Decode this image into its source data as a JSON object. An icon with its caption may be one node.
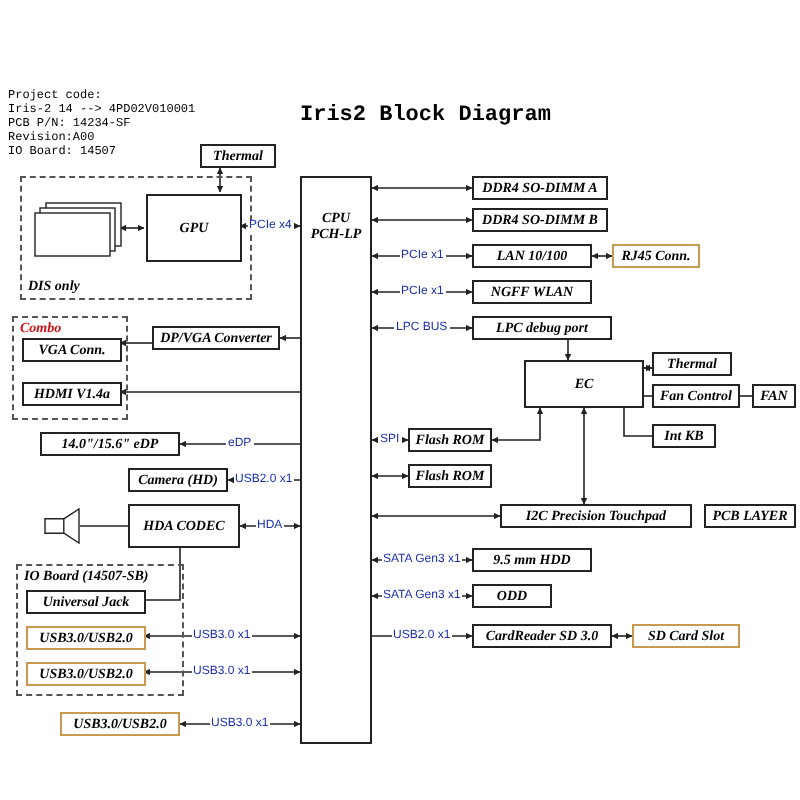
{
  "diagram": {
    "title": "Iris2 Block Diagram",
    "nodes": [
      {
        "text": [
          "Thermal"
        ]
      },
      {
        "text": [
          "DIS only"
        ]
      },
      {
        "text": [],
        "shape": "box",
        "in": 1
      },
      {
        "text": [
          "GPU"
        ],
        "in": 1
      },
      {
        "text": [
          "Combo"
        ]
      },
      {
        "text": [
          "VGA Conn."
        ],
        "in": 4
      },
      {
        "text": [
          "HDMI V1.4a"
        ],
        "in": 4
      },
      {
        "text": [
          "DP/VGA Converter"
        ]
      },
      {
        "text": [
          "14.0\"/15.6\" eDP"
        ]
      },
      {
        "text": [
          "Camera (HD)"
        ]
      },
      {
        "text": [
          "HDA CODEC"
        ]
      },
      {
        "text": [],
        "shape": "speaker"
      },
      {
        "text": [
          "IO Board (14507-SB)"
        ]
      },
      {
        "text": [
          "Universal Jack"
        ],
        "in": 12
      },
      {
        "text": [
          "USB3.0/USB2.0"
        ],
        "in": 12
      },
      {
        "text": [
          "USB3.0/USB2.0"
        ],
        "in": 12
      },
      {
        "text": [
          "USB3.0/USB2.0"
        ]
      },
      {
        "text": [
          "CPU",
          "PCH-LP"
        ]
      },
      {
        "text": [
          "DDR4 SO-DIMM A"
        ]
      },
      {
        "text": [
          "DDR4 SO-DIMM B"
        ]
      },
      {
        "text": [
          "LAN 10/100"
        ]
      },
      {
        "text": [
          "RJ45 Conn."
        ]
      },
      {
        "text": [
          "NGFF WLAN"
        ]
      },
      {
        "text": [
          "LPC debug port"
        ]
      },
      {
        "text": [
          "EC"
        ]
      },
      {
        "text": [
          "Thermal"
        ]
      },
      {
        "text": [
          "Fan Control"
        ]
      },
      {
        "text": [
          "FAN"
        ]
      },
      {
        "text": [
          "Int KB"
        ]
      },
      {
        "text": [
          "Flash ROM"
        ]
      },
      {
        "text": [
          "Flash ROM"
        ]
      },
      {
        "text": [
          "I2C Precision Touchpad"
        ]
      },
      {
        "text": [
          "9.5 mm HDD"
        ]
      },
      {
        "text": [
          "ODD"
        ]
      },
      {
        "text": [
          "CardReader SD 3.0"
        ]
      },
      {
        "text": [
          "SD Card Slot"
        ]
      },
      {
        "text": [
          "PCB LAYER"
        ]
      }
    ],
    "edges": [
      {
        "from": 0,
        "to": 3,
        "arrow": "both"
      },
      {
        "from": 2,
        "to": 3,
        "arrow": "both"
      },
      {
        "from": 17,
        "to": 3,
        "arrow": "both",
        "label": "PCIe x4"
      },
      {
        "from": 7,
        "to": 5,
        "arrow": "to"
      },
      {
        "from": 17,
        "to": 7,
        "arrow": "to"
      },
      {
        "from": 17,
        "to": 6,
        "arrow": "to"
      },
      {
        "from": 17,
        "to": 8,
        "arrow": "to",
        "label": "eDP"
      },
      {
        "from": 17,
        "to": 9,
        "arrow": "to",
        "label": "USB2.0 x1"
      },
      {
        "from": 17,
        "to": 10,
        "arrow": "both",
        "label": "HDA"
      },
      {
        "from": 10,
        "to": 11,
        "arrow": "none"
      },
      {
        "from": 10,
        "to": 13,
        "arrow": "none"
      },
      {
        "from": 17,
        "to": 14,
        "arrow": "both",
        "label": "USB3.0 x1"
      },
      {
        "from": 17,
        "to": 15,
        "arrow": "both",
        "label": "USB3.0 x1"
      },
      {
        "from": 17,
        "to": 16,
        "arrow": "both",
        "label": "USB3.0 x1"
      },
      {
        "from": 17,
        "to": 18,
        "arrow": "both"
      },
      {
        "from": 17,
        "to": 19,
        "arrow": "both"
      },
      {
        "from": 17,
        "to": 20,
        "arrow": "both",
        "label": "PCIe x1"
      },
      {
        "from": 20,
        "to": 21,
        "arrow": "both"
      },
      {
        "from": 17,
        "to": 22,
        "arrow": "both",
        "label": "PCIe x1"
      },
      {
        "from": 17,
        "to": 23,
        "arrow": "both",
        "label": "LPC BUS"
      },
      {
        "from": 23,
        "to": 24,
        "arrow": "to"
      },
      {
        "from": 24,
        "to": 25,
        "arrow": "both"
      },
      {
        "from": 24,
        "to": 26,
        "arrow": "none"
      },
      {
        "from": 26,
        "to": 27,
        "arrow": "none"
      },
      {
        "from": 24,
        "to": 28,
        "arrow": "none"
      },
      {
        "from": 24,
        "to": 29,
        "arrow": "both"
      },
      {
        "from": 17,
        "to": 29,
        "arrow": "both",
        "label": "SPI"
      },
      {
        "from": 17,
        "to": 30,
        "arrow": "both"
      },
      {
        "from": 24,
        "to": 31,
        "arrow": "both"
      },
      {
        "from": 17,
        "to": 31,
        "arrow": "both"
      },
      {
        "from": 17,
        "to": 32,
        "arrow": "both",
        "label": "SATA Gen3 x1"
      },
      {
        "from": 17,
        "to": 33,
        "arrow": "both",
        "label": "SATA Gen3 x1"
      },
      {
        "from": 17,
        "to": 34,
        "arrow": "to",
        "label": "USB2.0 x1"
      },
      {
        "from": 34,
        "to": 35,
        "arrow": "both"
      }
    ],
    "labels": [
      "Project code:",
      "Iris-2 14 --> 4PD02V010001",
      "PCB P/N: 14234-SF",
      "Revision:A00",
      "IO Board: 14507"
    ]
  }
}
